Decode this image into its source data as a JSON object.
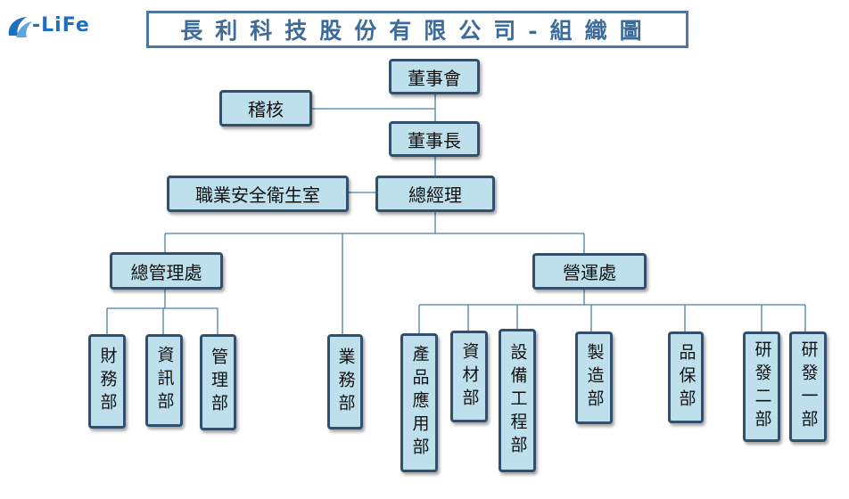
{
  "logo": {
    "text": "-LiFe",
    "icon": "swirl-logo-icon"
  },
  "title": "長利科技股份有限公司-組織圖",
  "nodes": {
    "board": "董事會",
    "audit": "稽核",
    "chairman": "董事長",
    "safety": "職業安全衛生室",
    "gm": "總經理",
    "admin": "總管理處",
    "operations": "營運處",
    "finance": "財務部",
    "it": "資訊部",
    "management": "管理部",
    "sales": "業務部",
    "product_app": "產品應用部",
    "materials": "資材部",
    "equipment": "設備工程部",
    "manufacturing": "製造部",
    "qa": "品保部",
    "rnd2": "研發二部",
    "rnd1": "研發一部"
  },
  "colors": {
    "node_fill": "#bde0ec",
    "node_border": "#32506e",
    "line": "#4a7fa8",
    "title": "#3d6b9b"
  }
}
